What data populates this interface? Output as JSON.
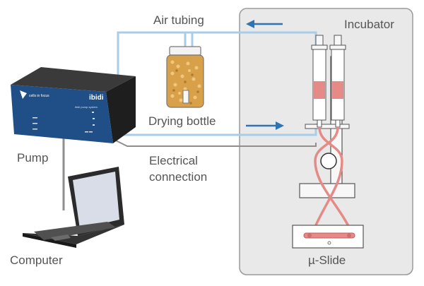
{
  "labels": {
    "air_tubing": "Air tubing",
    "incubator": "Incubator",
    "drying_bottle": "Drying bottle",
    "pump": "Pump",
    "electrical_connection_line1": "Electrical",
    "electrical_connection_line2": "connection",
    "computer": "Computer",
    "slide": "µ-Slide"
  },
  "pump_device": {
    "brand": "ibidi",
    "logo_text": "cells in focus",
    "model": "ibidi pump system"
  },
  "colors": {
    "air_tubing": "#a9cde9",
    "arrow": "#2e74b5",
    "incubator_fill": "#e9e9e9",
    "incubator_border": "#9a9a9a",
    "pump_front": "#1f4f86",
    "medium": "#e58a86",
    "cable": "#8f8f8f"
  },
  "icons": [
    "arrow-left-icon",
    "arrow-right-icon"
  ]
}
